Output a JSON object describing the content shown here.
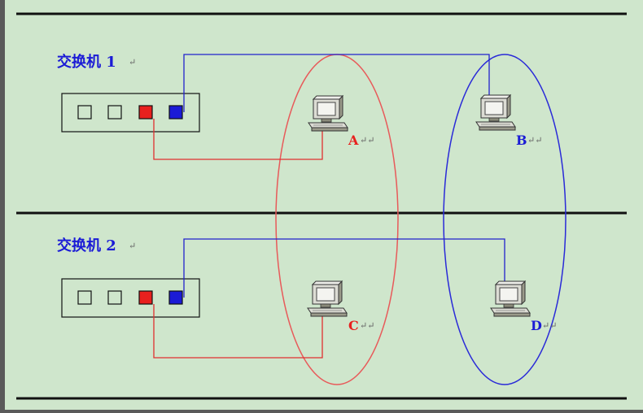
{
  "diagram": {
    "background": "#cfe6cc",
    "switches": [
      {
        "label": "交换机 1",
        "mark": "↵"
      },
      {
        "label": "交换机 2",
        "mark": "↵"
      }
    ],
    "computers": [
      {
        "id": "A",
        "label": "A",
        "mark": "↵↵",
        "color": "#e8201e"
      },
      {
        "id": "B",
        "label": "B",
        "mark": "↵↵",
        "color": "#1b1bd6"
      },
      {
        "id": "C",
        "label": "C",
        "mark": "↵↵",
        "color": "#e8201e"
      },
      {
        "id": "D",
        "label": "D",
        "mark": "↵↵",
        "color": "#1b1bd6"
      }
    ],
    "port_colors": {
      "red": "#e8201e",
      "blue": "#1b1bd6",
      "empty": "#cfe6cc"
    },
    "vlan_colors": {
      "red": "#e85a5a",
      "blue": "#2a2ad8"
    },
    "link_colors": {
      "red": "#e03030",
      "blue": "#2222cc"
    }
  }
}
